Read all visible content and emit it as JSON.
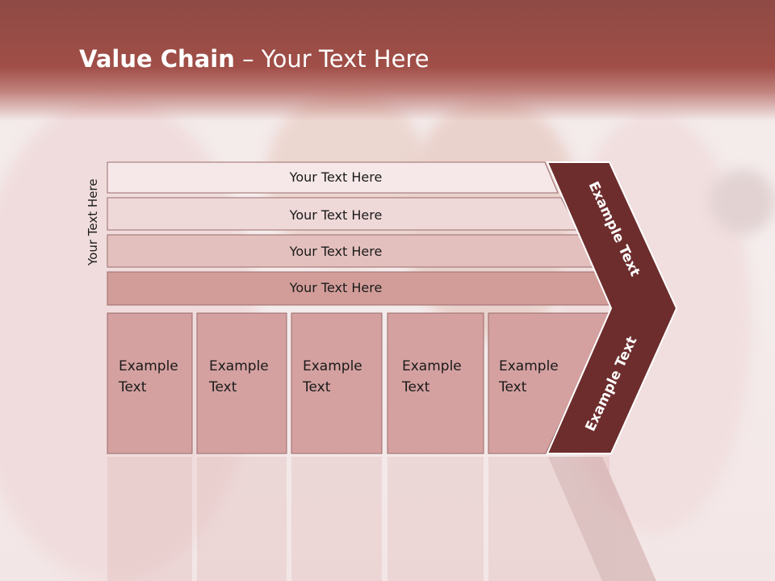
{
  "title": {
    "bold": "Value Chain",
    "rest": " – Your Text Here"
  },
  "side_label": "Your Text Here",
  "bars": [
    "Your Text Here",
    "Your Text Here",
    "Your Text Here",
    "Your Text Here"
  ],
  "boxes": [
    [
      "Example",
      "Text"
    ],
    [
      "Example",
      "Text"
    ],
    [
      "Example",
      "Text"
    ],
    [
      "Example",
      "Text"
    ],
    [
      "Example",
      "Text"
    ]
  ],
  "chevron_labels": [
    "Example Text",
    "Example Text"
  ],
  "colors": {
    "header": "#a04e47",
    "chevron": "#6e2d2d",
    "bar_fills": [
      "#f6e8e8",
      "#efd8d8",
      "#e3c0bd",
      "#d29d99"
    ],
    "box_fill": "#d4a1a0"
  }
}
